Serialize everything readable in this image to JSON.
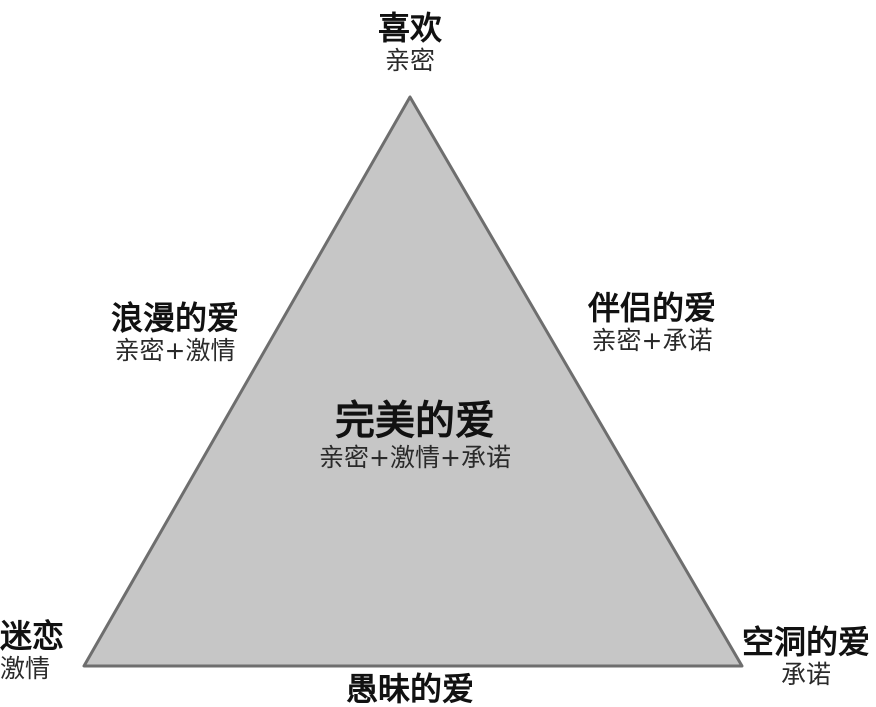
{
  "diagram": {
    "colors": {
      "fill": "#c6c6c6",
      "stroke": "#6e6e6e",
      "text": "#111111"
    },
    "nodes": {
      "top": {
        "title": "喜欢",
        "sub": "亲密"
      },
      "left_edge": {
        "title": "浪漫的爱",
        "sub": "亲密+激情"
      },
      "right_edge": {
        "title": "伴侣的爱",
        "sub": "亲密+承诺"
      },
      "center": {
        "title": "完美的爱",
        "sub": "亲密+激情+承诺"
      },
      "bottom_left": {
        "title": "迷恋",
        "sub": "激情"
      },
      "bottom_right": {
        "title": "空洞的爱",
        "sub": "承诺"
      },
      "bottom_edge": {
        "title": "愚昧的爱"
      }
    }
  }
}
